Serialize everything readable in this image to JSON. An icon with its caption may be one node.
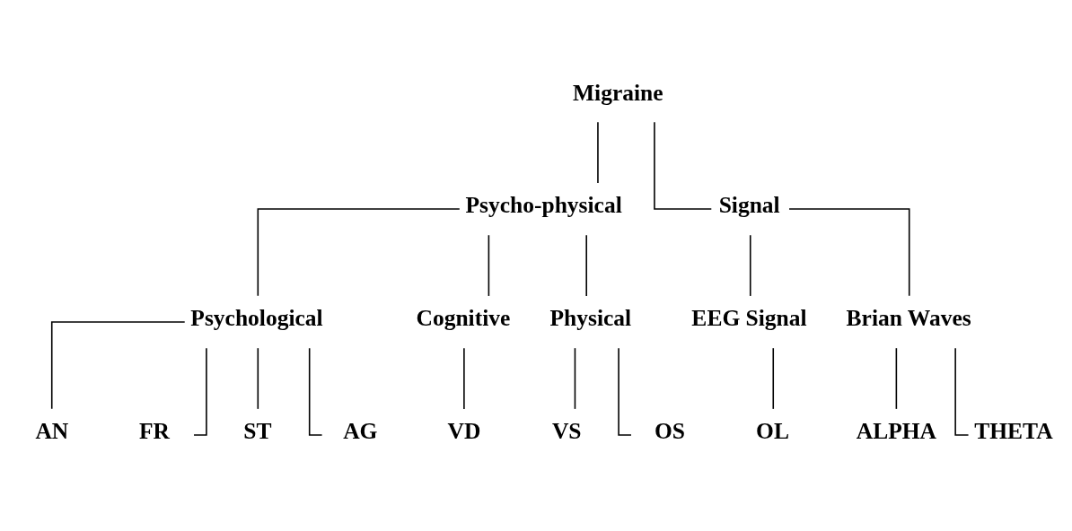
{
  "diagram": {
    "nodes": [
      {
        "text": [
          "Migraine"
        ]
      },
      {
        "text": [
          "Psycho-physical"
        ]
      },
      {
        "text": [
          "Signal"
        ]
      },
      {
        "text": [
          "Psychological"
        ]
      },
      {
        "text": [
          "Cognitive"
        ]
      },
      {
        "text": [
          "Physical"
        ]
      },
      {
        "text": [
          "EEG Signal"
        ]
      },
      {
        "text": [
          "Brian Waves"
        ]
      },
      {
        "text": [
          "AN"
        ]
      },
      {
        "text": [
          "FR"
        ]
      },
      {
        "text": [
          "ST"
        ]
      },
      {
        "text": [
          "AG"
        ]
      },
      {
        "text": [
          "VD"
        ]
      },
      {
        "text": [
          "VS"
        ]
      },
      {
        "text": [
          "OS"
        ]
      },
      {
        "text": [
          "OL"
        ]
      },
      {
        "text": [
          "ALPHA"
        ]
      },
      {
        "text": [
          "THETA"
        ]
      }
    ],
    "edges": [
      {
        "from": 0,
        "to": 1,
        "arrow": "none"
      },
      {
        "from": 0,
        "to": 2,
        "arrow": "none"
      },
      {
        "from": 1,
        "to": 3,
        "arrow": "none"
      },
      {
        "from": 1,
        "to": 4,
        "arrow": "none"
      },
      {
        "from": 1,
        "to": 5,
        "arrow": "none"
      },
      {
        "from": 2,
        "to": 6,
        "arrow": "none"
      },
      {
        "from": 2,
        "to": 7,
        "arrow": "none"
      },
      {
        "from": 3,
        "to": 8,
        "arrow": "none"
      },
      {
        "from": 3,
        "to": 9,
        "arrow": "none"
      },
      {
        "from": 3,
        "to": 10,
        "arrow": "none"
      },
      {
        "from": 3,
        "to": 11,
        "arrow": "none"
      },
      {
        "from": 4,
        "to": 12,
        "arrow": "none"
      },
      {
        "from": 5,
        "to": 13,
        "arrow": "none"
      },
      {
        "from": 5,
        "to": 14,
        "arrow": "none"
      },
      {
        "from": 6,
        "to": 15,
        "arrow": "none"
      },
      {
        "from": 7,
        "to": 16,
        "arrow": "none"
      },
      {
        "from": 7,
        "to": 17,
        "arrow": "none"
      }
    ]
  }
}
